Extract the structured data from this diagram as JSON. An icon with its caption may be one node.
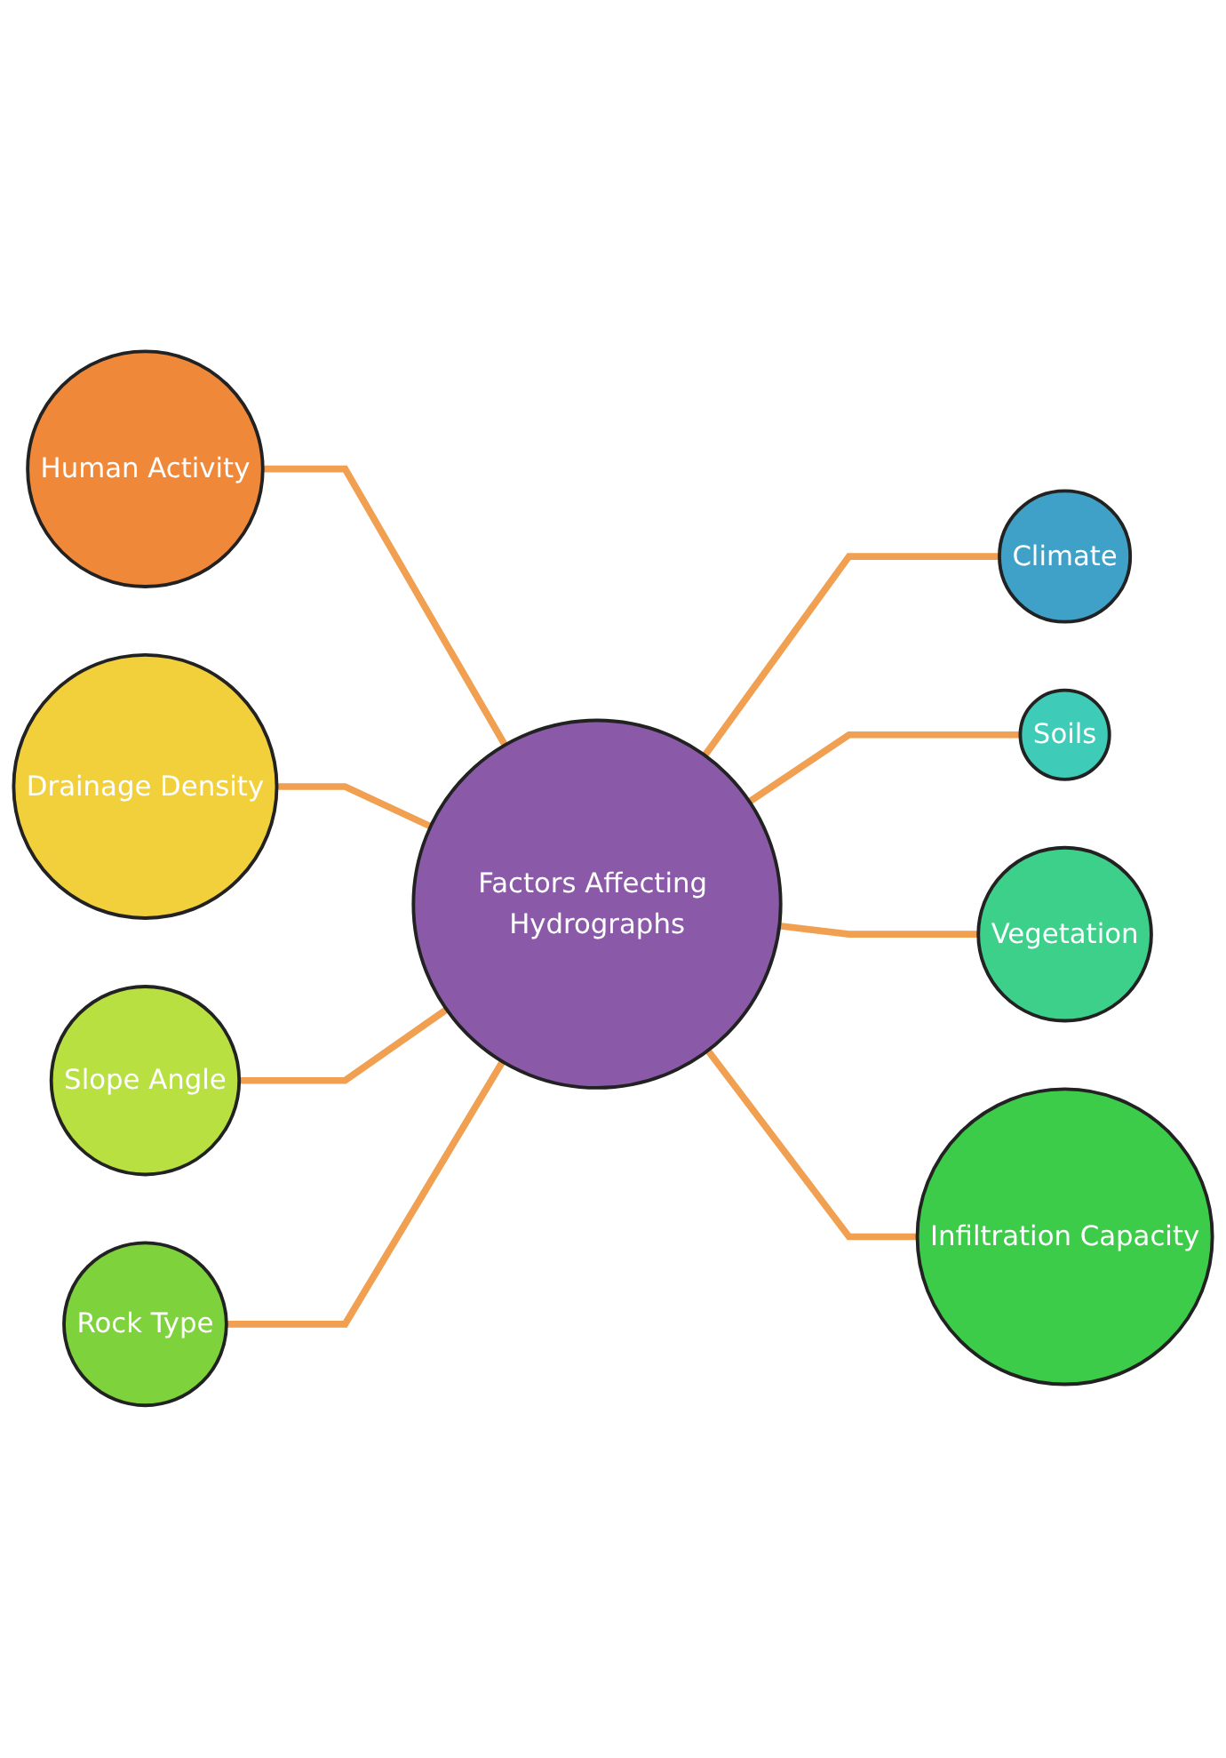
{
  "diagram": {
    "nodes": [
      {
        "text": [
          "Climate"
        ]
      },
      {
        "text": [
          "Human Activity"
        ]
      },
      {
        "text": [
          "Soils"
        ]
      },
      {
        "text": [
          "Drainage Density"
        ]
      },
      {
        "text": [
          "Factors Affecting Hydrographs"
        ]
      },
      {
        "text": [
          "Vegetation"
        ]
      },
      {
        "text": [
          "Infiltration Capacity"
        ]
      },
      {
        "text": [
          "Slope Angle"
        ]
      },
      {
        "text": [
          "Rock Type"
        ]
      }
    ],
    "edges": [
      {
        "from": 1,
        "to": 4,
        "arrow": "none"
      },
      {
        "from": 3,
        "to": 4,
        "arrow": "none"
      },
      {
        "from": 7,
        "to": 4,
        "arrow": "none"
      },
      {
        "from": 8,
        "to": 4,
        "arrow": "none"
      },
      {
        "from": 4,
        "to": 0,
        "arrow": "none"
      },
      {
        "from": 4,
        "to": 2,
        "arrow": "none"
      },
      {
        "from": 4,
        "to": 5,
        "arrow": "none"
      },
      {
        "from": 4,
        "to": 6,
        "arrow": "none"
      }
    ]
  }
}
